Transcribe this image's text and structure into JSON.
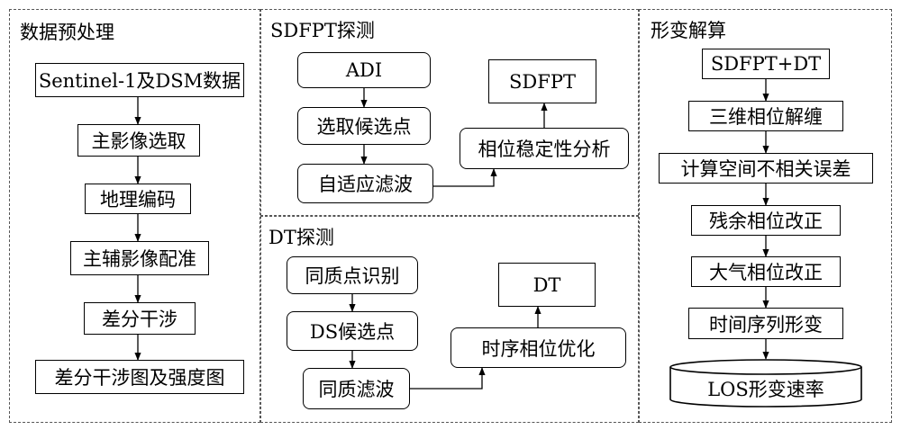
{
  "panels": {
    "preprocess": {
      "title": "数据预处理",
      "steps": [
        "Sentinel-1及DSM数据",
        "主影像选取",
        "地理编码",
        "主辅影像配准",
        "差分干涉",
        "差分干涉图及强度图"
      ]
    },
    "sdfpt": {
      "title": "SDFPT探测",
      "steps": [
        "ADI",
        "选取候选点",
        "自适应滤波",
        "相位稳定性分析",
        "SDFPT"
      ]
    },
    "dt": {
      "title": "DT探测",
      "steps": [
        "同质点识别",
        "DS候选点",
        "同质滤波",
        "时序相位优化",
        "DT"
      ]
    },
    "deform": {
      "title": "形变解算",
      "steps": [
        "SDFPT+DT",
        "三维相位解缠",
        "计算空间不相关误差",
        "残余相位改正",
        "大气相位改正",
        "时间序列形变",
        "LOS形变速率"
      ]
    }
  }
}
